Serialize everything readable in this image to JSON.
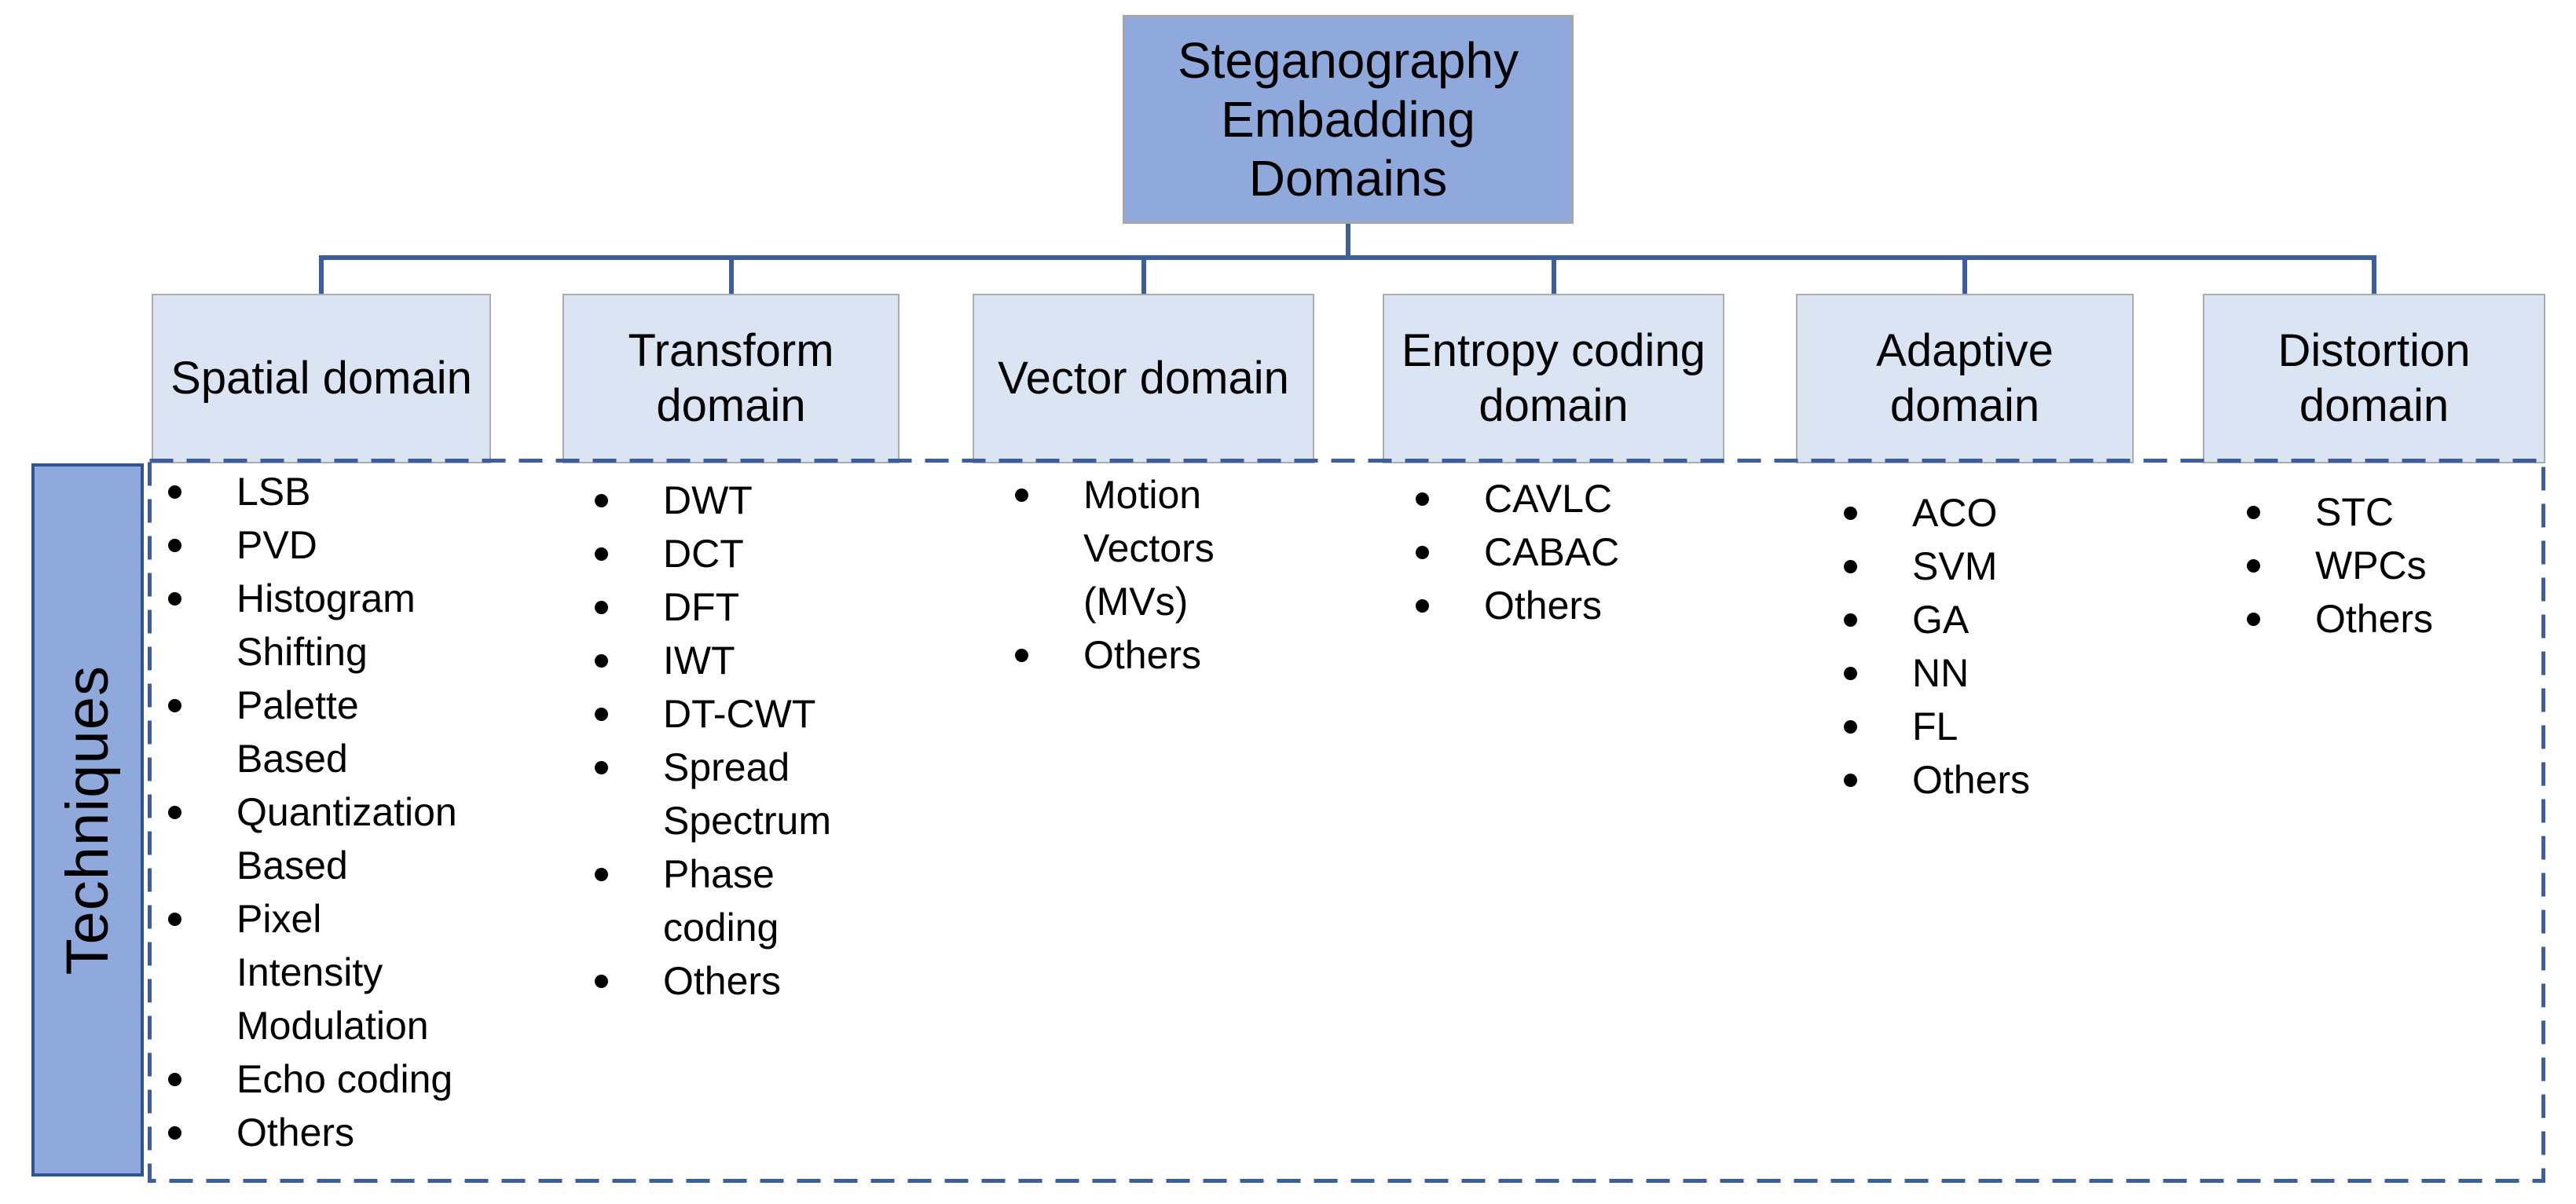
{
  "diagram": {
    "root_label": "Steganography\nEmbadding\nDomains",
    "side_label": "Techniques",
    "colors": {
      "node_fill": "#8FA9DC",
      "header_fill": "#DBE4F3",
      "line_color": "#3D5E9E",
      "bar_border": "#2F5496",
      "root_border": "#A6A6A6",
      "text_color": "#000000"
    },
    "columns": [
      {
        "label_lines": [
          "Spatial domain"
        ],
        "items": [
          {
            "lines": [
              "LSB"
            ]
          },
          {
            "lines": [
              "PVD"
            ]
          },
          {
            "lines": [
              "Histogram",
              "Shifting"
            ]
          },
          {
            "lines": [
              "Palette",
              "Based"
            ]
          },
          {
            "lines": [
              "Quantization",
              "Based"
            ]
          },
          {
            "lines": [
              "Pixel",
              "Intensity",
              "Modulation"
            ]
          },
          {
            "lines": [
              "Echo coding"
            ]
          },
          {
            "lines": [
              "Others"
            ]
          }
        ]
      },
      {
        "label_lines": [
          "Transform",
          "domain"
        ],
        "items": [
          {
            "lines": [
              "DWT"
            ]
          },
          {
            "lines": [
              "DCT"
            ]
          },
          {
            "lines": [
              "DFT"
            ]
          },
          {
            "lines": [
              "IWT"
            ]
          },
          {
            "lines": [
              "DT-CWT"
            ]
          },
          {
            "lines": [
              "Spread",
              "Spectrum"
            ]
          },
          {
            "lines": [
              "Phase",
              "coding"
            ]
          },
          {
            "lines": [
              "Others"
            ]
          }
        ]
      },
      {
        "label_lines": [
          "Vector domain"
        ],
        "items": [
          {
            "lines": [
              "Motion",
              "Vectors",
              "(MVs)"
            ]
          },
          {
            "lines": [
              "Others"
            ]
          }
        ]
      },
      {
        "label_lines": [
          "Entropy coding",
          "domain"
        ],
        "items": [
          {
            "lines": [
              "CAVLC"
            ]
          },
          {
            "lines": [
              "CABAC"
            ]
          },
          {
            "lines": [
              "Others"
            ]
          }
        ]
      },
      {
        "label_lines": [
          "Adaptive",
          "domain"
        ],
        "items": [
          {
            "lines": [
              "ACO"
            ]
          },
          {
            "lines": [
              "SVM"
            ]
          },
          {
            "lines": [
              "GA"
            ]
          },
          {
            "lines": [
              "NN"
            ]
          },
          {
            "lines": [
              "FL"
            ]
          },
          {
            "lines": [
              "Others"
            ]
          }
        ]
      },
      {
        "label_lines": [
          "Distortion",
          "domain"
        ],
        "items": [
          {
            "lines": [
              "STC"
            ]
          },
          {
            "lines": [
              "WPCs"
            ]
          },
          {
            "lines": [
              "Others"
            ]
          }
        ]
      }
    ]
  }
}
